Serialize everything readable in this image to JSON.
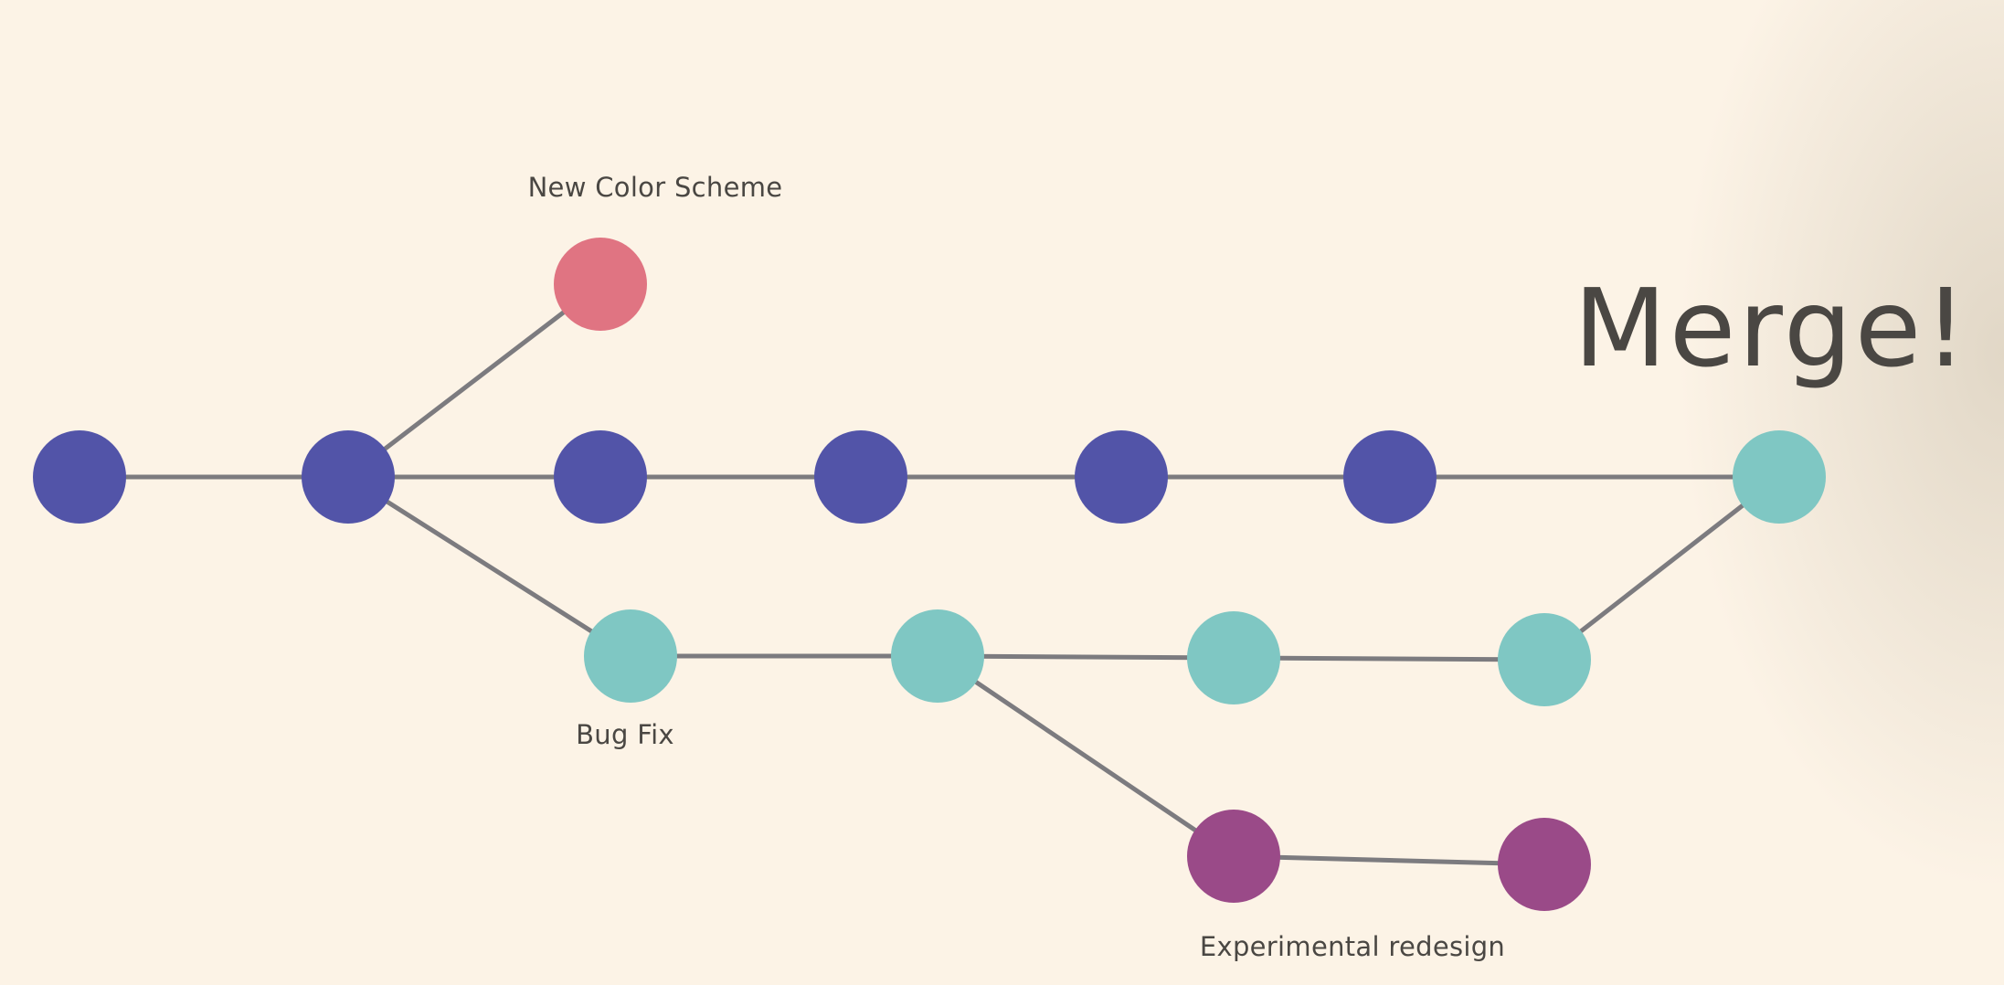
{
  "colors": {
    "background": "#fcf3e6",
    "edge": "#7c7b7f",
    "main": "#5254a8",
    "bugfix": "#7fc7c3",
    "color_scheme": "#e07482",
    "redesign": "#9a4a88",
    "text": "#4a4743"
  },
  "labels": {
    "new_color_scheme": "New Color Scheme",
    "bug_fix": "Bug Fix",
    "experimental_redesign": "Experimental redesign",
    "merge": "Merge!"
  },
  "branches": [
    {
      "id": "main",
      "color_key": "main",
      "commits": [
        "m1",
        "m2",
        "m3",
        "m4",
        "m5",
        "m6"
      ]
    },
    {
      "id": "new-color-scheme",
      "color_key": "color_scheme",
      "commits": [
        "c1"
      ]
    },
    {
      "id": "bug-fix",
      "color_key": "bugfix",
      "commits": [
        "b1",
        "b2",
        "b3",
        "b4",
        "merge"
      ]
    },
    {
      "id": "experimental-redesign",
      "color_key": "redesign",
      "commits": [
        "e1",
        "e2"
      ]
    }
  ],
  "edges": [
    [
      "m1",
      "m2"
    ],
    [
      "m2",
      "m3"
    ],
    [
      "m3",
      "m4"
    ],
    [
      "m4",
      "m5"
    ],
    [
      "m5",
      "m6"
    ],
    [
      "m6",
      "merge"
    ],
    [
      "m2",
      "c1"
    ],
    [
      "m2",
      "b1"
    ],
    [
      "b1",
      "b2"
    ],
    [
      "b2",
      "b3"
    ],
    [
      "b3",
      "b4"
    ],
    [
      "b4",
      "merge"
    ],
    [
      "b2",
      "e1"
    ],
    [
      "e1",
      "e2"
    ]
  ]
}
